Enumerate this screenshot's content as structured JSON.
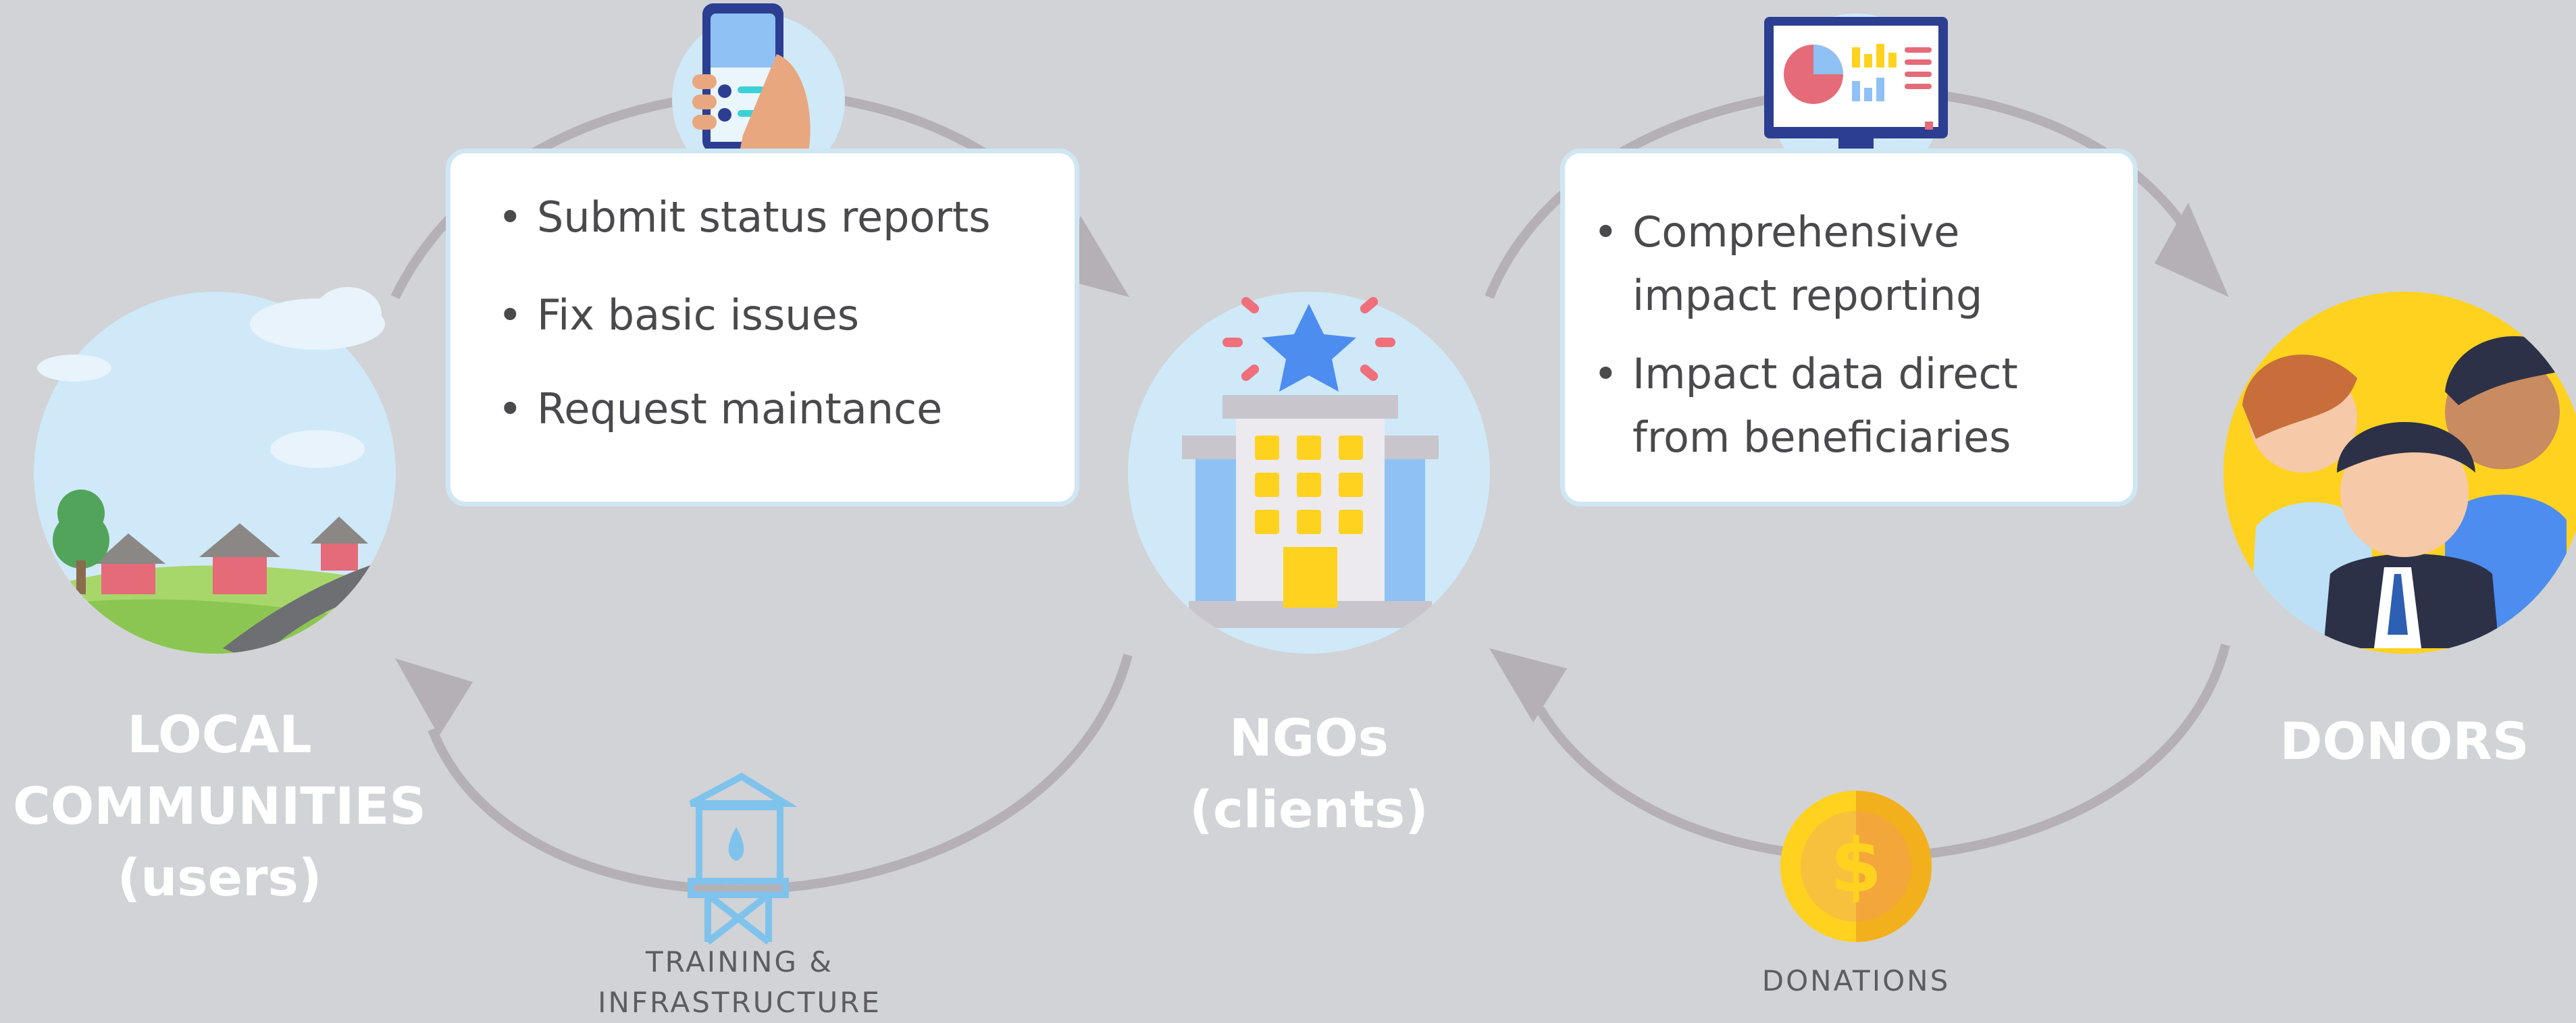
{
  "nodes": {
    "local": {
      "label_line1": "LOCAL",
      "label_line2": "COMMUNITIES",
      "label_line3": "(users)"
    },
    "ngos": {
      "label_line1": "NGOs",
      "label_line2": "(clients)"
    },
    "donors": {
      "label": "DONORS"
    }
  },
  "flows": {
    "local_to_ngo": {
      "items": [
        "Submit status reports",
        "Fix basic issues",
        "Request maintance"
      ]
    },
    "ngo_to_donors": {
      "items": [
        {
          "line1": "Comprehensive",
          "line2": "impact reporting"
        },
        {
          "line1": "Impact data direct",
          "line2": "from beneficiaries"
        }
      ]
    },
    "ngo_to_local": {
      "label_line1": "TRAINING &",
      "label_line2": "INFRASTRUCTURE"
    },
    "donors_to_ngo": {
      "label": "DONATIONS"
    }
  },
  "colors": {
    "background": "#d1d3d6",
    "arrow": "#b5b0b5",
    "circle_fill": "#cfe9f8",
    "donors_circle": "#ffd21f",
    "label_text": "#ffffff",
    "card_text": "#4a4a4d"
  }
}
